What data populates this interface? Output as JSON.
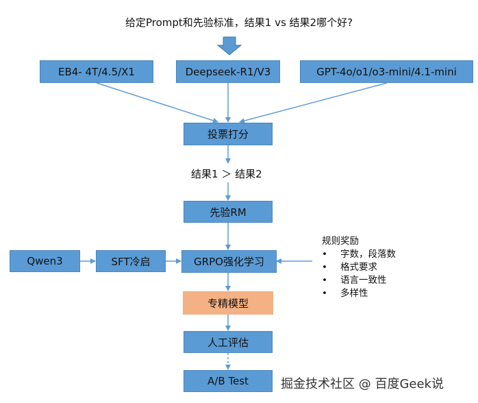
{
  "question": "给定Prompt和先验标准，结果1 vs 结果2哪个好?",
  "models": {
    "eb4": "EB4- 4T/4.5/X1",
    "deepseek": "Deepseek-R1/V3",
    "gpt": "GPT-4o/o1/o3-mini/4.1-mini"
  },
  "vote": "投票打分",
  "comparison": "结果1 ＞ 结果2",
  "prior_rm": "先验RM",
  "qwen": "Qwen3",
  "sft": "SFT冷启",
  "grpo": "GRPO强化学习",
  "expert_model": "专精模型",
  "human_eval": "人工评估",
  "ab_test": "A/B Test",
  "rules": {
    "title": "规则奖励",
    "bullet": "•",
    "items": [
      "字数，段落数",
      "格式要求",
      "语言一致性",
      "多样性"
    ]
  },
  "watermark": "掘金技术社区 @ 百度Geek说",
  "colors": {
    "box_blue": "#5b9bd5",
    "box_orange": "#f4b183",
    "arrow_blue": "#5b9bd5"
  }
}
